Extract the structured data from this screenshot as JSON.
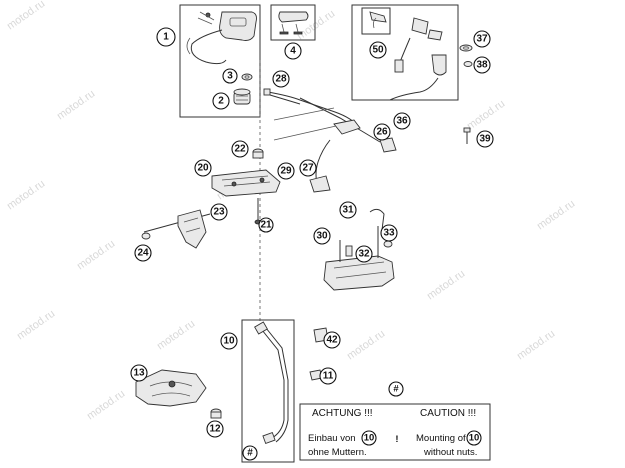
{
  "watermark": "motod.ru",
  "callouts": [
    {
      "id": "c1",
      "label": "1"
    },
    {
      "id": "c2",
      "label": "2"
    },
    {
      "id": "c3",
      "label": "3"
    },
    {
      "id": "c4",
      "label": "4"
    },
    {
      "id": "c10",
      "label": "10"
    },
    {
      "id": "c11",
      "label": "11"
    },
    {
      "id": "c12",
      "label": "12"
    },
    {
      "id": "c13",
      "label": "13"
    },
    {
      "id": "c20",
      "label": "20"
    },
    {
      "id": "c21",
      "label": "21"
    },
    {
      "id": "c22",
      "label": "22"
    },
    {
      "id": "c23",
      "label": "23"
    },
    {
      "id": "c24",
      "label": "24"
    },
    {
      "id": "c26",
      "label": "26"
    },
    {
      "id": "c27",
      "label": "27"
    },
    {
      "id": "c28",
      "label": "28"
    },
    {
      "id": "c29",
      "label": "29"
    },
    {
      "id": "c30",
      "label": "30"
    },
    {
      "id": "c31",
      "label": "31"
    },
    {
      "id": "c32",
      "label": "32"
    },
    {
      "id": "c33",
      "label": "33"
    },
    {
      "id": "c36",
      "label": "36"
    },
    {
      "id": "c37",
      "label": "37"
    },
    {
      "id": "c38",
      "label": "38"
    },
    {
      "id": "c39",
      "label": "39"
    },
    {
      "id": "c42",
      "label": "42"
    },
    {
      "id": "c50",
      "label": "50"
    },
    {
      "id": "hash1",
      "label": "#"
    },
    {
      "id": "hash2",
      "label": "#"
    }
  ],
  "note": {
    "achtung": "ACHTUNG !!!",
    "caution": "CAUTION !!!",
    "de_line1_pre": "Einbau von",
    "de_line2": "ohne Muttern.",
    "en_line1_pre": "Mounting of",
    "en_line2": "without nuts.",
    "ref_label": "10",
    "ref_label_en": "10",
    "hash": "#",
    "exclamation": "!"
  }
}
